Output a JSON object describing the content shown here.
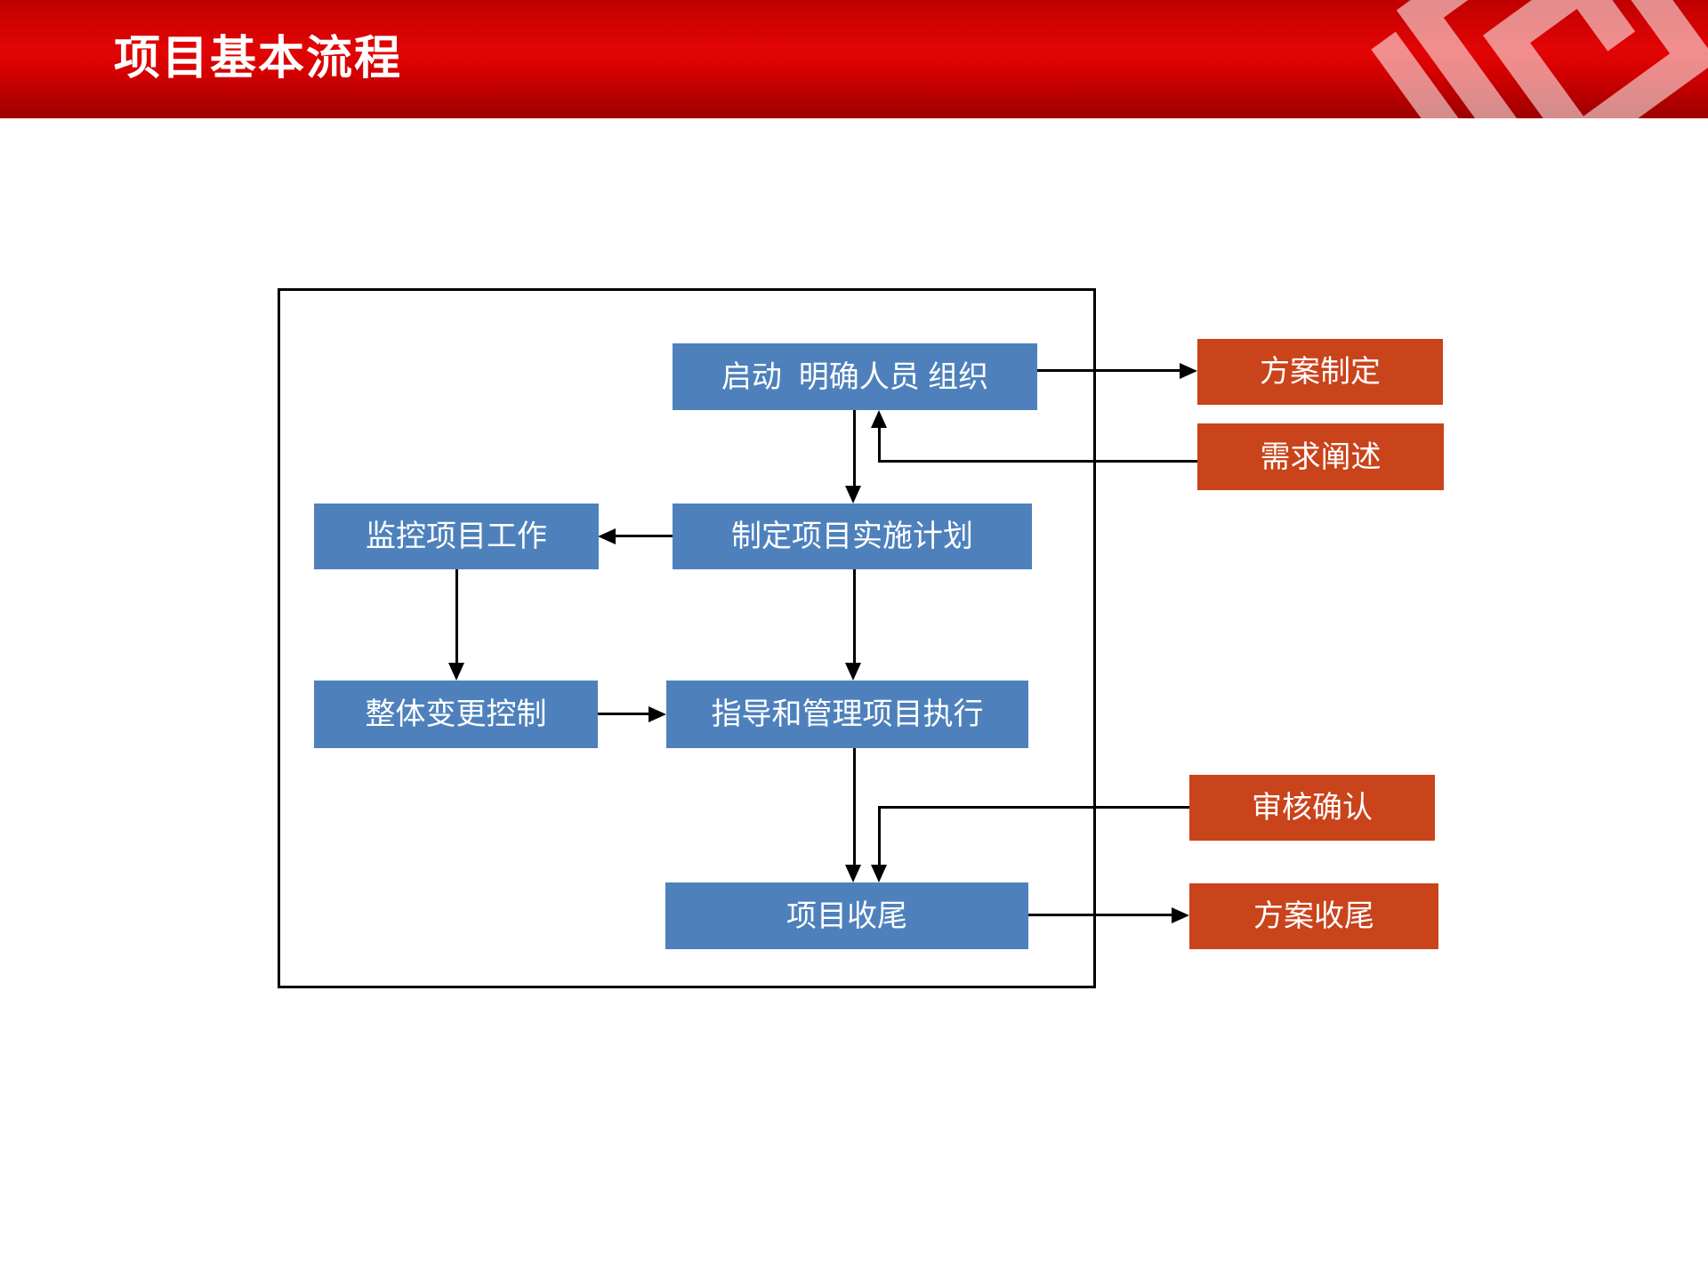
{
  "header": {
    "title": "项目基本流程",
    "logo_icon": "square-spiral-logo-icon"
  },
  "colors": {
    "header_red_top": "#bf0000",
    "header_red_bright": "#e30505",
    "header_red_bottom": "#9c0000",
    "process_blue": "#4e81bc",
    "io_orange": "#c9431b",
    "line_black": "#000000",
    "text_white": "#ffffff"
  },
  "flowchart": {
    "nodes": {
      "start": {
        "label": "启动  明确人员 组织",
        "type": "process-blue"
      },
      "plan": {
        "label": "制定项目实施计划",
        "type": "process-blue"
      },
      "monitor": {
        "label": "监控项目工作",
        "type": "process-blue"
      },
      "change": {
        "label": "整体变更控制",
        "type": "process-blue"
      },
      "execute": {
        "label": "指导和管理项目执行",
        "type": "process-blue"
      },
      "close": {
        "label": "项目收尾",
        "type": "process-blue"
      },
      "scheme_make": {
        "label": "方案制定",
        "type": "io-orange"
      },
      "requirement": {
        "label": "需求阐述",
        "type": "io-orange"
      },
      "review": {
        "label": "审核确认",
        "type": "io-orange"
      },
      "scheme_close": {
        "label": "方案收尾",
        "type": "io-orange"
      }
    },
    "edges": [
      {
        "from": "start",
        "to": "scheme_make"
      },
      {
        "from": "start",
        "to": "plan"
      },
      {
        "from": "requirement",
        "to": "start"
      },
      {
        "from": "plan",
        "to": "monitor"
      },
      {
        "from": "monitor",
        "to": "change"
      },
      {
        "from": "plan",
        "to": "execute"
      },
      {
        "from": "change",
        "to": "execute"
      },
      {
        "from": "execute",
        "to": "close"
      },
      {
        "from": "review",
        "to": "close"
      },
      {
        "from": "close",
        "to": "scheme_close"
      }
    ]
  }
}
